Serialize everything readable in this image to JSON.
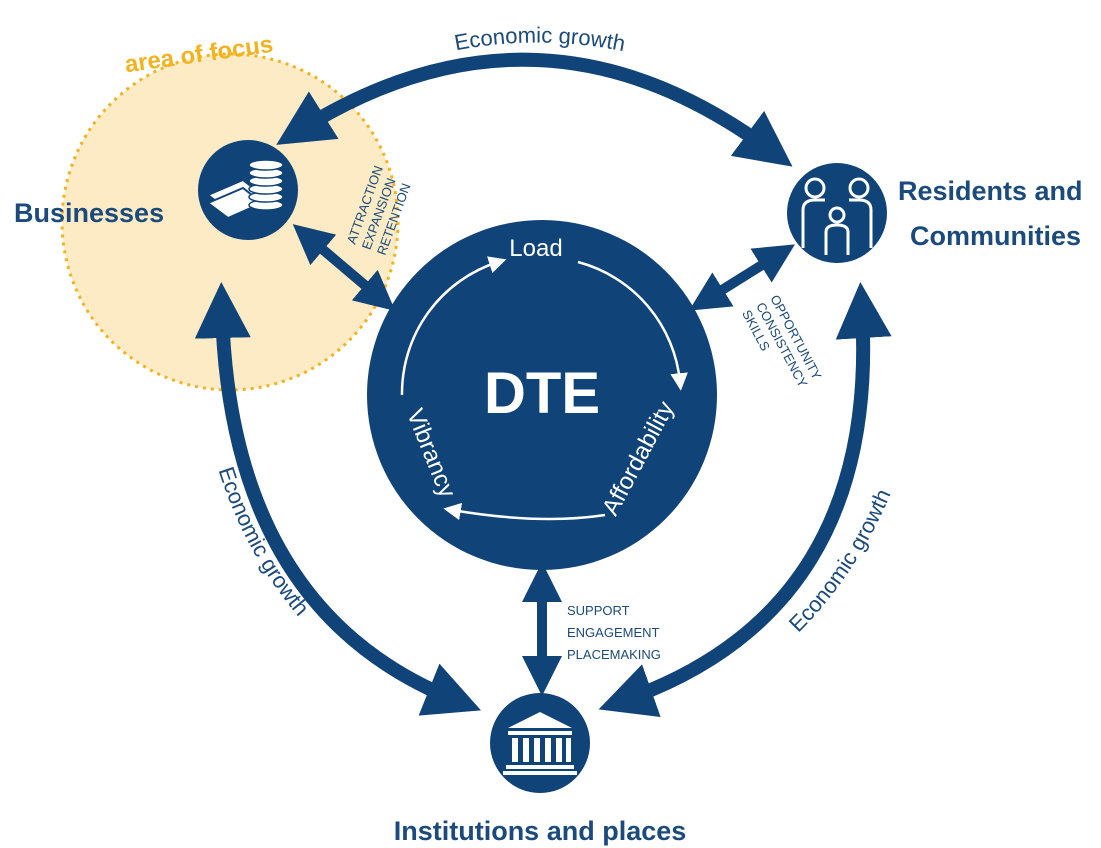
{
  "colors": {
    "primary": "#104378",
    "text": "#1b4a7c",
    "focus_fill": "#fcebc4",
    "focus_border": "#f5b21f",
    "white": "#ffffff"
  },
  "center": {
    "title": "DTE",
    "cycle": [
      "Load",
      "Affordability",
      "Vibrancy"
    ]
  },
  "focus": {
    "label": "area of focus"
  },
  "nodes": {
    "businesses": {
      "lines": [
        "Businesses"
      ],
      "icon": "money-stack-icon"
    },
    "residents": {
      "lines": [
        "Residents and",
        "Communities"
      ],
      "icon": "family-icon"
    },
    "institutions": {
      "lines": [
        "Institutions and places"
      ],
      "icon": "institution-building-icon"
    }
  },
  "outer_flows": {
    "top": "Economic growth",
    "left": "Economic growth",
    "right": "Economic growth"
  },
  "link_labels": {
    "businesses": [
      "ATTRACTION",
      "EXPANSION",
      "RETENTION"
    ],
    "residents": [
      "OPPORTUNITY",
      "CONSISTENCY",
      "SKILLS"
    ],
    "institutions": [
      "SUPPORT",
      "ENGAGEMENT",
      "PLACEMAKING"
    ]
  }
}
